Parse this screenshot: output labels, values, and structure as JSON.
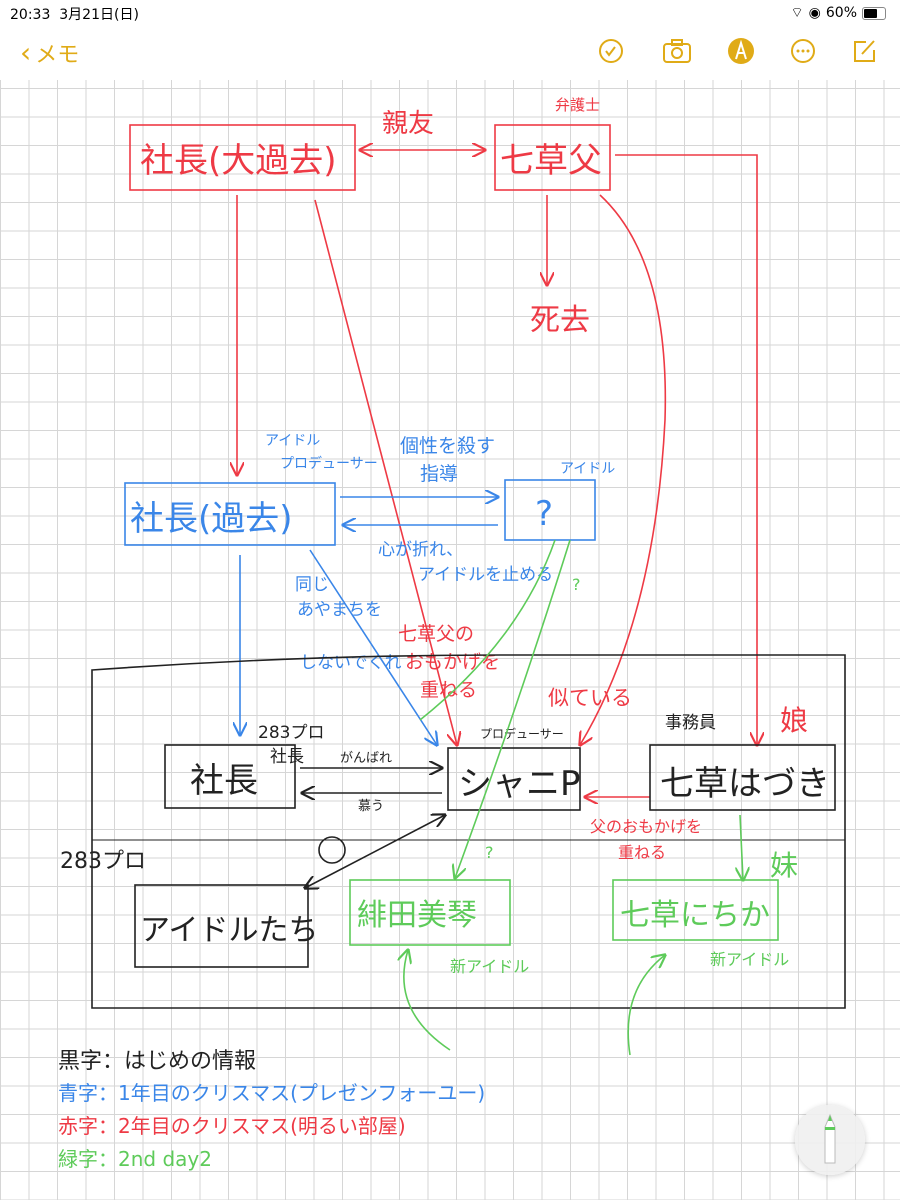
{
  "status": {
    "time": "20:33",
    "date": "3月21日(日)",
    "battery": "60%",
    "battery_level": 0.6
  },
  "nav": {
    "back_label": "メモ",
    "accent": "#e0ab17",
    "icons": [
      "checklist-icon",
      "camera-icon",
      "markup-pen-icon",
      "more-icon",
      "compose-icon"
    ]
  },
  "colors": {
    "black": "#222222",
    "blue": "#3a86e8",
    "red": "#ee3a45",
    "green": "#5ecb5a"
  },
  "diagram": {
    "red_top": {
      "friend": "親友",
      "lawyer": "弁護士",
      "president_old": "社長(大過去)",
      "nanakusa_father": "七草父",
      "death": "死去"
    },
    "blue": {
      "producer_label1": "アイドル",
      "producer_label2": "プロデューサー",
      "president_past": "社長(過去)",
      "idol_label": "アイドル",
      "question": "?",
      "guidance1": "個性を殺す",
      "guidance2": "指導",
      "broke1": "心が折れ、",
      "broke2": "アイドルを止める",
      "same1": "同じ",
      "same2": "あやまちを",
      "same3": "しないでくれ"
    },
    "red_mid": {
      "overlap1": "七草父の",
      "overlap2": "おもかげを",
      "overlap3": "重ねる",
      "similar": "似ている",
      "daughter": "娘",
      "father_overlap1": "父のおもかげを",
      "father_overlap2": "重ねる"
    },
    "black": {
      "agency_label1": "283プロ",
      "agency_label2": "社長",
      "president": "社長",
      "producer_label": "プロデューサー",
      "shanip": "シャニP",
      "clerk_label": "事務員",
      "hazuki": "七草はづき",
      "cheer": "がんばれ",
      "admire": "慕う",
      "agency": "283プロ",
      "idols": "アイドルたち"
    },
    "green": {
      "q1": "?",
      "q2": "?",
      "mikoto": "緋田美琴",
      "nichika": "七草にちか",
      "new_idol1": "新アイドル",
      "new_idol2": "新アイドル",
      "sister": "妹"
    },
    "legend": [
      "黒字：はじめの情報",
      "青字：1年目のクリスマス(プレゼンフォーユー)",
      "赤字：2年目のクリスマス(明るい部屋)",
      "緑字：2nd day2"
    ]
  }
}
